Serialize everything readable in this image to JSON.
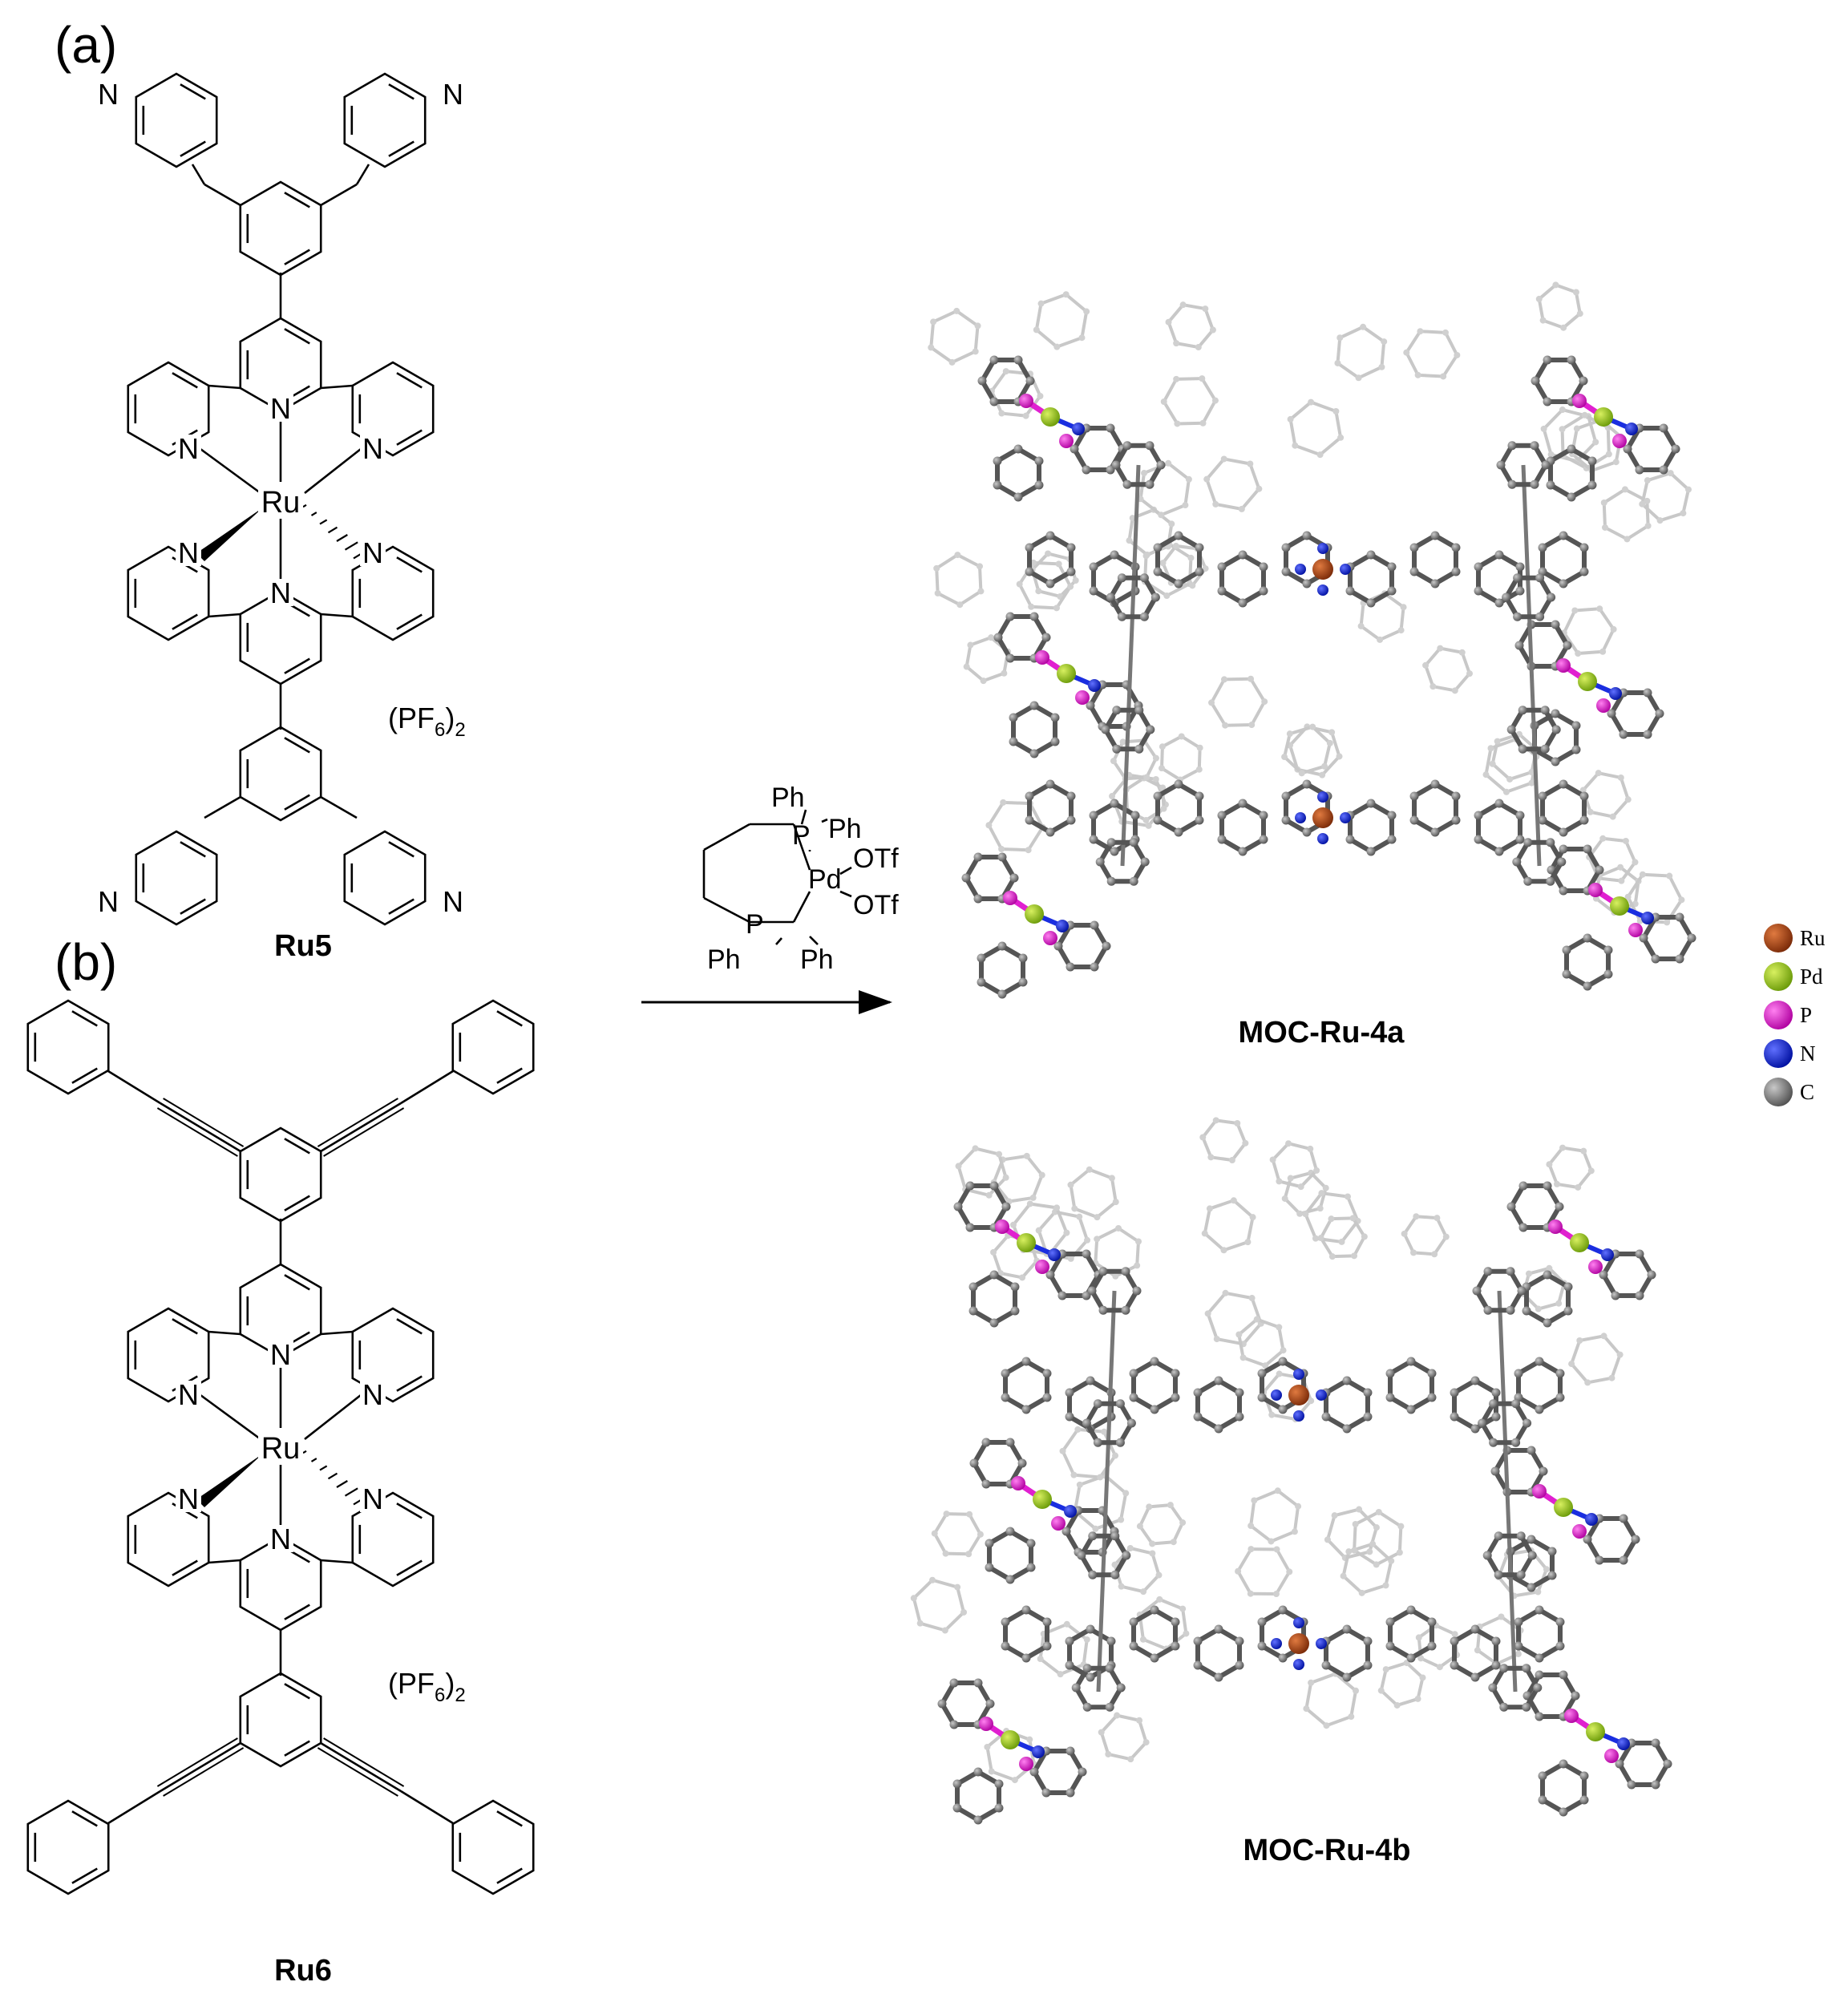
{
  "panels": {
    "a": {
      "tag": "(a)",
      "compound": "Ru5",
      "counterion_main": "(PF",
      "counterion_sub1": "6",
      "counterion_close": ")",
      "counterion_sub2": "2"
    },
    "b": {
      "tag": "(b)",
      "compound": "Ru6",
      "counterion_main": "(PF",
      "counterion_sub1": "6",
      "counterion_close": ")",
      "counterion_sub2": "2"
    }
  },
  "atoms": {
    "N": "N",
    "Ru": "Ru"
  },
  "reagent": {
    "P": "P",
    "Pd": "Pd",
    "Ph": "Ph",
    "OTf": "OTf"
  },
  "products": {
    "top": "MOC-Ru-4a",
    "bottom": "MOC-Ru-4b"
  },
  "legend": [
    {
      "label": "Ru",
      "color": "#a0401a"
    },
    {
      "label": "Pd",
      "color": "#9acd1e"
    },
    {
      "label": "P",
      "color": "#e020d0"
    },
    {
      "label": "N",
      "color": "#1a2ee0"
    },
    {
      "label": "C",
      "color": "#808080"
    }
  ]
}
